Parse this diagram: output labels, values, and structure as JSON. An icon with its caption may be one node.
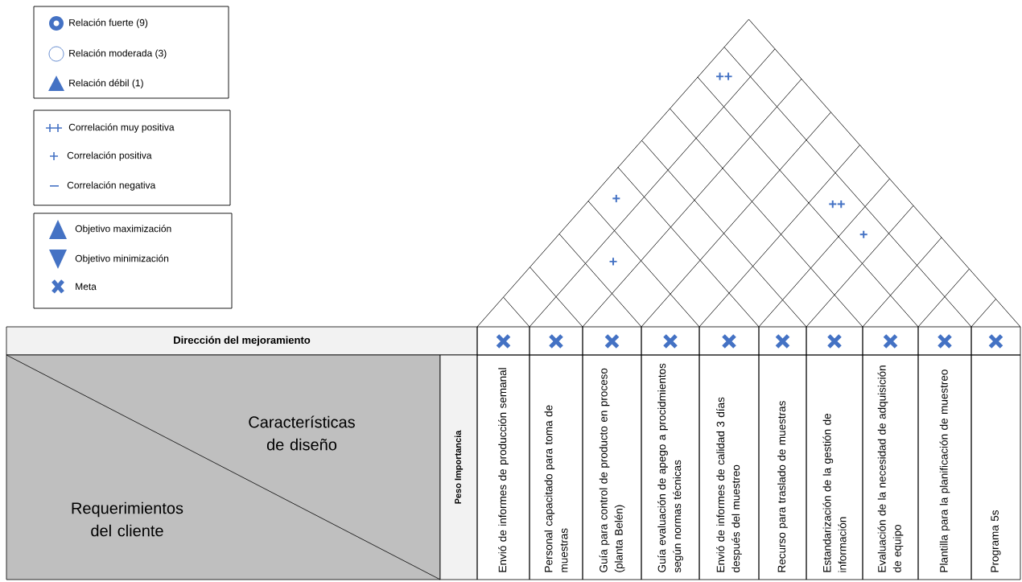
{
  "diagram": {
    "nodes": [
      {
        "text": [
          "Dirección del mejoramiento"
        ]
      },
      {
        "text": [
          "Características de diseño",
          "Requerimientos del cliente"
        ]
      },
      {
        "text": [
          "Peso Importancia"
        ]
      },
      {
        "text": [
          "Envió de informes de producción semanal"
        ]
      },
      {
        "text": [
          "Personal capacitado para toma de muestras"
        ]
      },
      {
        "text": [
          "Guía para control de producto en proceso (planta Belén)"
        ]
      },
      {
        "text": [
          "Guía evaluación de apego a procidmientos según normas técnicas"
        ]
      },
      {
        "text": [
          "Envió de informes de calidad 3 días después del muestreo"
        ]
      },
      {
        "text": [
          "Recurso para traslado de muestras"
        ]
      },
      {
        "text": [
          "Estandarización de la gestión de información"
        ]
      },
      {
        "text": [
          "Evaluación de la necesidad de adquisición de equipo"
        ]
      },
      {
        "text": [
          "Plantilla para la planificación de muestreo"
        ]
      },
      {
        "text": [
          "Programa 5s"
        ]
      }
    ],
    "labels": [
      "++",
      "+",
      "++",
      "+",
      "+"
    ],
    "legend": [
      {
        "text": "Relación fuerte (9)"
      },
      {
        "text": "Relación moderada (3)"
      },
      {
        "text": "Relación débil (1)"
      },
      {
        "text": "Correlación muy positiva"
      },
      {
        "text": "Correlación positiva"
      },
      {
        "text": "Correlación negativa"
      },
      {
        "text": "Objetivo maximización"
      },
      {
        "text": "Objetivo minimización"
      },
      {
        "text": "Meta"
      }
    ]
  }
}
